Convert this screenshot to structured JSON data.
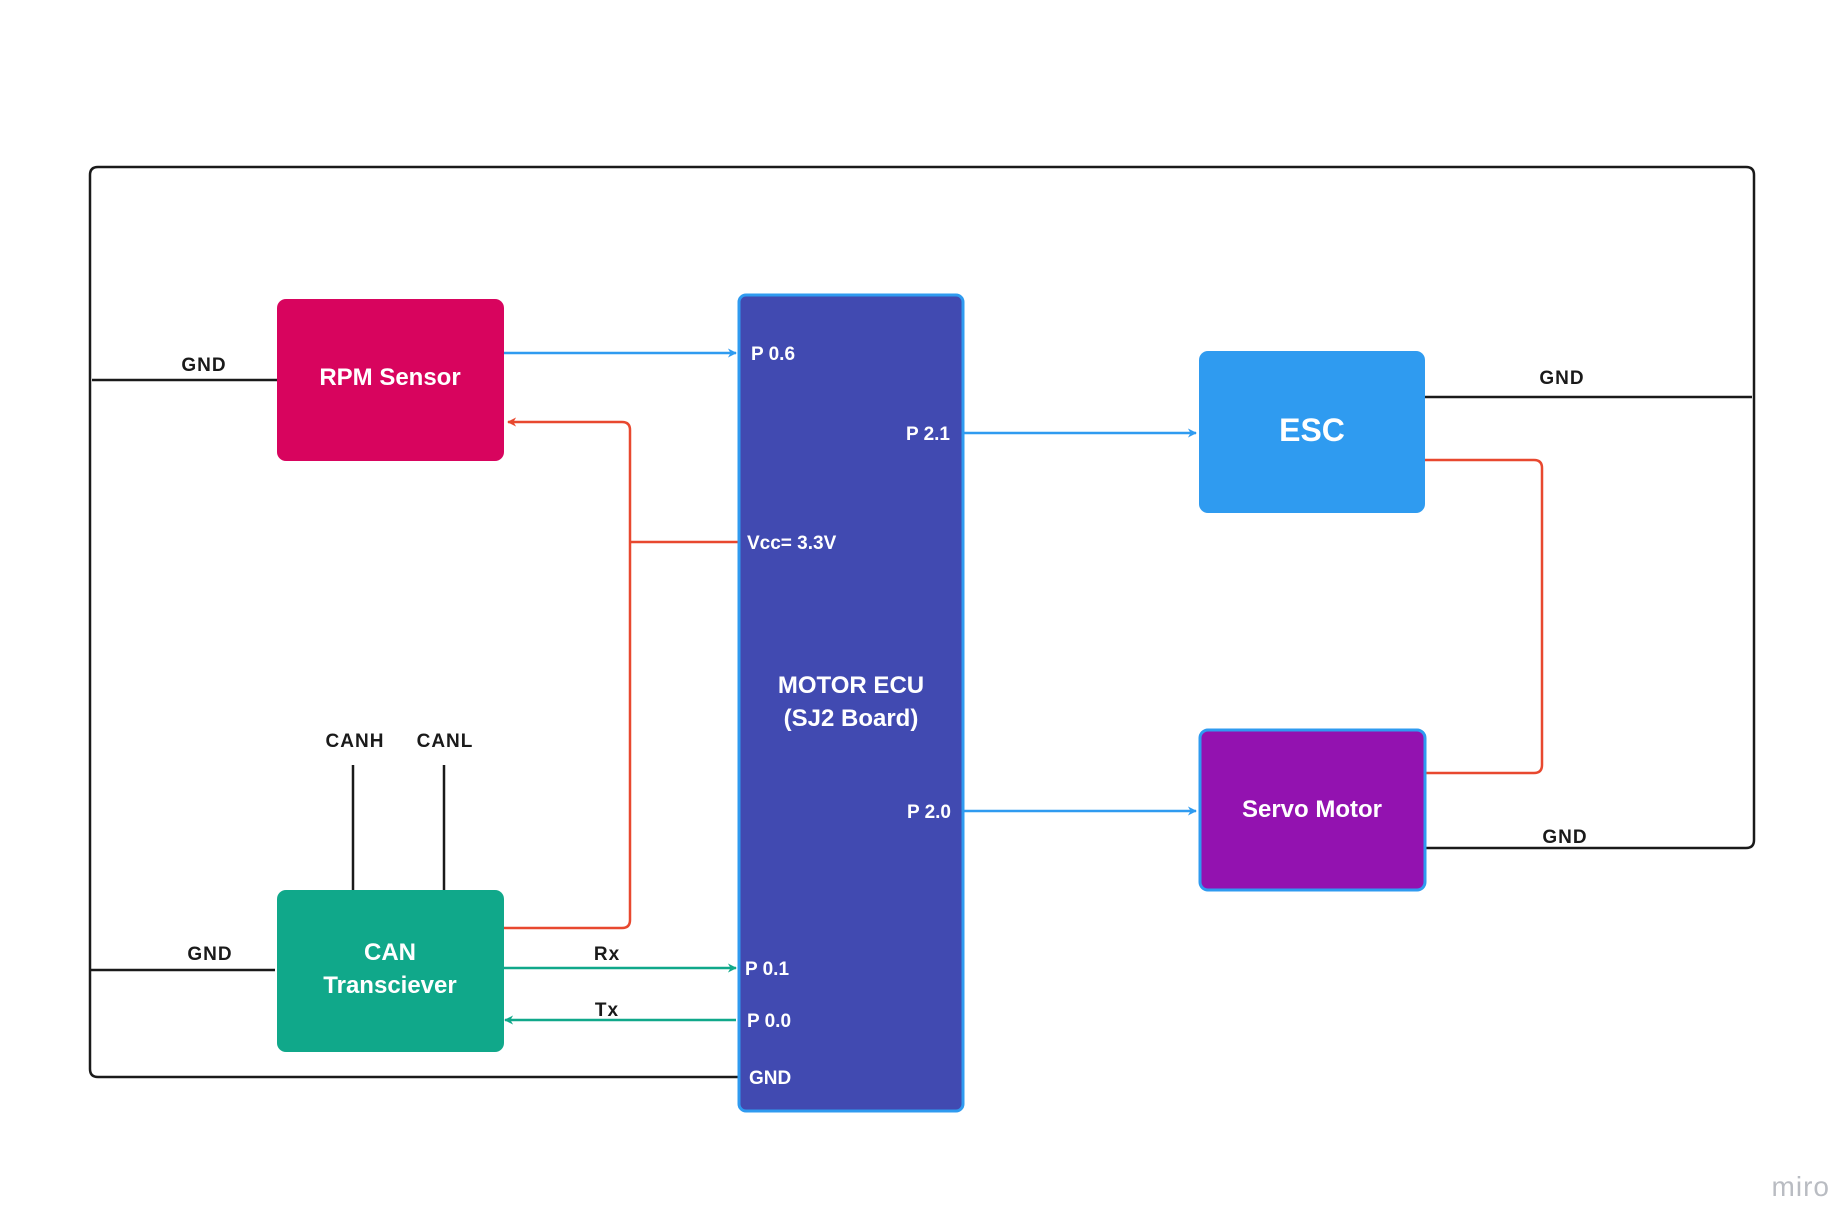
{
  "colors": {
    "rpm_sensor": "#D8045E",
    "can_transceiver": "#10A88A",
    "motor_ecu": "#414AB1",
    "motor_ecu_border": "#2F9BF0",
    "esc": "#2F9BF0",
    "servo_motor": "#9312B0",
    "servo_border": "#2F9BF0",
    "ground_wire": "#1a1a1a",
    "power_wire": "#E8482F",
    "signal_wire": "#2F9BF0",
    "can_wire": "#10A88A"
  },
  "blocks": {
    "rpm_sensor": {
      "label": "RPM Sensor"
    },
    "can_transceiver": {
      "label_line1": "CAN",
      "label_line2": "Transciever"
    },
    "motor_ecu": {
      "label_line1": "MOTOR ECU",
      "label_line2": "(SJ2 Board)"
    },
    "esc": {
      "label": "ESC"
    },
    "servo_motor": {
      "label": "Servo Motor"
    }
  },
  "pins": {
    "p06": "P 0.6",
    "p21": "P 2.1",
    "vcc": "Vcc= 3.3V",
    "p20": "P 2.0",
    "p01": "P 0.1",
    "p00": "P 0.0",
    "gnd": "GND"
  },
  "wire_labels": {
    "gnd_rpm": "GND",
    "gnd_can": "GND",
    "gnd_esc": "GND",
    "gnd_servo": "GND",
    "canh": "CANH",
    "canl": "CANL",
    "rx": "Rx",
    "tx": "Tx"
  },
  "watermark": "miro"
}
